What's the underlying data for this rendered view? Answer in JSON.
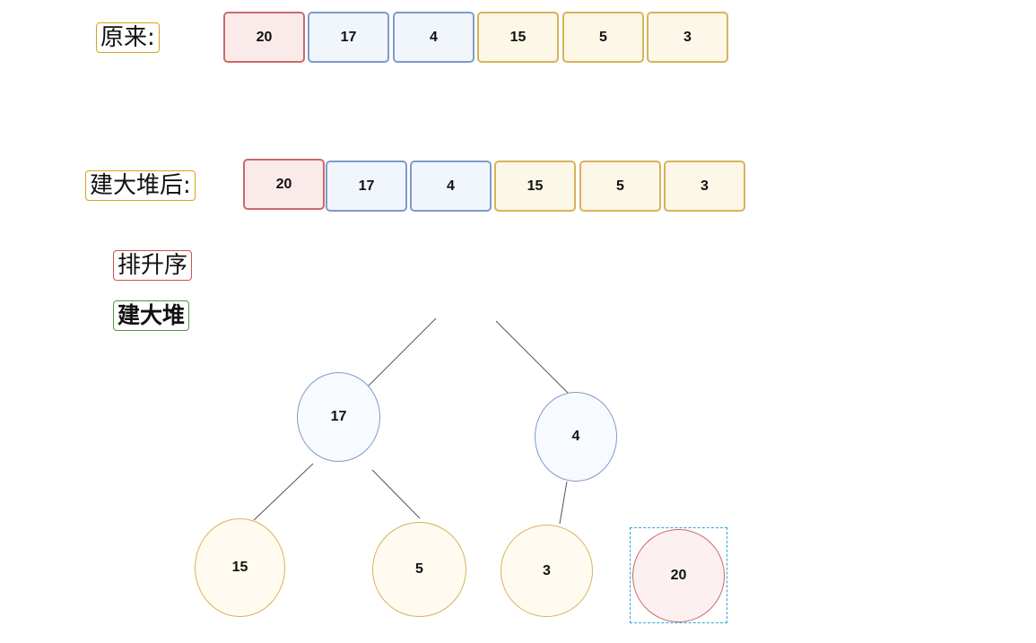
{
  "labels": {
    "original": "原来:",
    "after_build": "建大堆后:",
    "ascending": "排升序",
    "build_heap": "建大堆"
  },
  "original_array": [
    "20",
    "17",
    "4",
    "15",
    "5",
    "3"
  ],
  "heap_array": [
    "20",
    "17",
    "4",
    "15",
    "5",
    "3"
  ],
  "tree": {
    "level1": [
      "17",
      "4"
    ],
    "level2": [
      "15",
      "5",
      "3"
    ],
    "detached": "20"
  },
  "colors": {
    "red": "#c96a6a",
    "blue": "#7e9bc9",
    "yellow": "#d7b35a",
    "green": "#4c9a3c",
    "selection": "#2aa7d8"
  }
}
